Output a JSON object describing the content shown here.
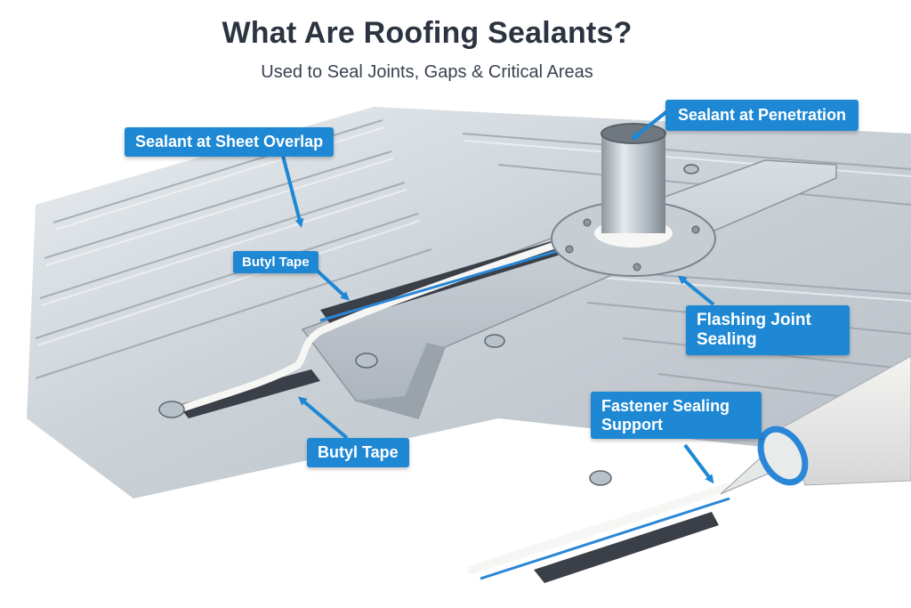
{
  "title": "What Are Roofing Sealants?",
  "subtitle": "Used to Seal Joints, Gaps & Critical Areas",
  "callouts": {
    "penetration": "Sealant at Penetration",
    "sheet_overlap": "Sealant at Sheet Overlap",
    "butyl_tape_upper": "Butyl Tape",
    "flashing_joint": "Flashing Joint Sealing",
    "fastener_sealing": "Fastener Sealing Support",
    "butyl_tape_lower": "Butyl Tape"
  },
  "colors": {
    "callout": "#1e88d4",
    "sealant_bead": "#f6f6f4",
    "blue_line": "#2a86d6",
    "butyl_tape": "#3b4048"
  }
}
